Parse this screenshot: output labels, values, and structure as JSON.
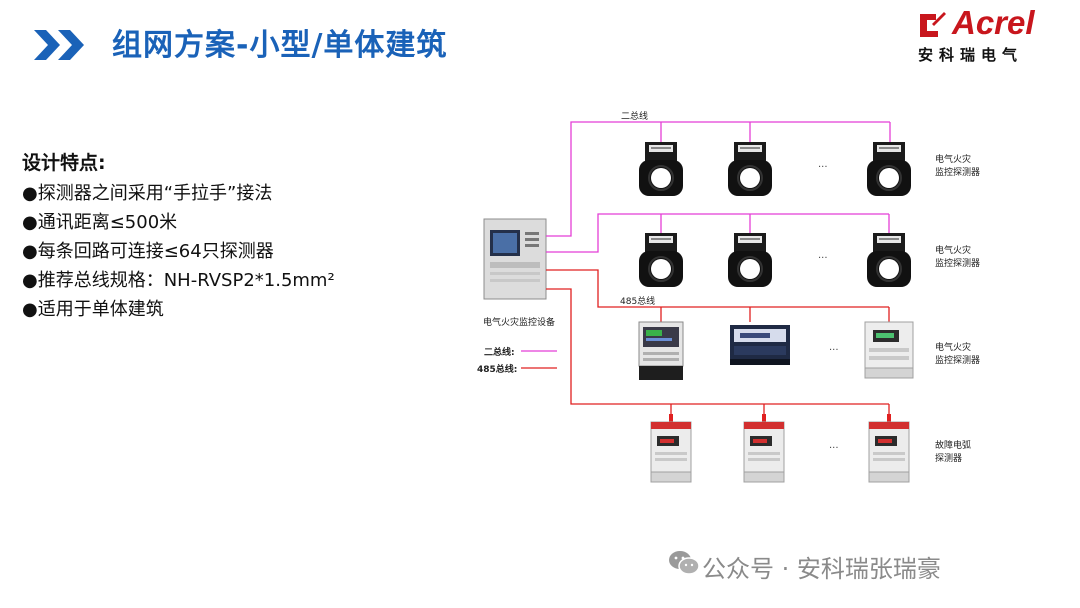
{
  "slide": {
    "title": "组网方案-小型/单体建筑"
  },
  "logo": {
    "brand": "Acrel",
    "brand_cn": "安科瑞电气"
  },
  "features": {
    "heading": "设计特点:",
    "items": [
      "●探测器之间采用“手拉手”接法",
      "●通讯距离≤500米",
      "●每条回路可连接≤64只探测器",
      "●推荐总线规格：NH-RVSP2*1.5mm²",
      "●适用于单体建筑"
    ]
  },
  "diagram": {
    "bus2_label": "二总线",
    "bus485_label": "485总线",
    "host_label": "电气火灾监控设备",
    "legend_bus2": "二总线:",
    "legend_bus485": "485总线:",
    "ellipsis": "...",
    "row_labels": [
      "电气火灾\n监控探测器",
      "电气火灾\n监控探测器",
      "电气火灾\n监控探测器",
      "故障电弧\n探测器"
    ],
    "colors": {
      "bus2": "#e43fd6",
      "bus485": "#e02020",
      "title_blue": "#1a62b8",
      "logo_red": "#c8161d"
    }
  },
  "watermark": {
    "text": "公众号 · 安科瑞张瑞豪"
  }
}
